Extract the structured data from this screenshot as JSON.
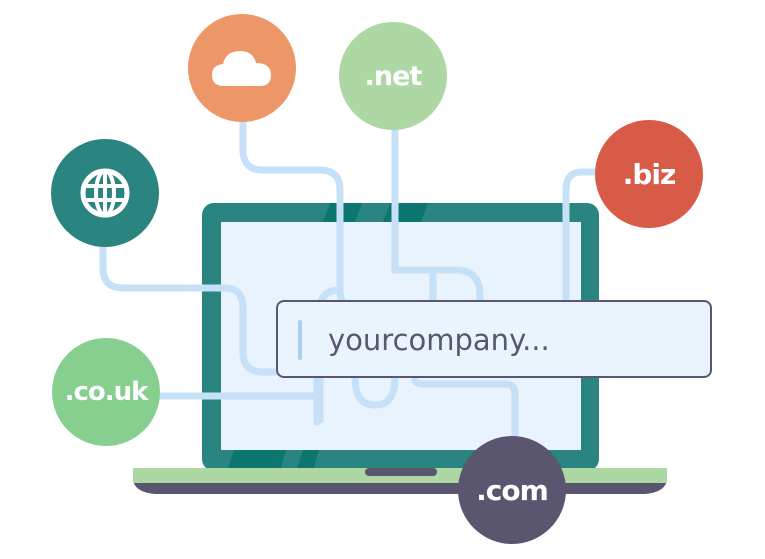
{
  "illustration": {
    "title": "Domain name search illustration",
    "colors": {
      "laptop_frame": "#2a8480",
      "laptop_frame_dark": "#0c7670",
      "screen": "#e8f3fd",
      "base_top": "#add8a4",
      "base_bottom": "#5a5670",
      "connector_line": "#c5e0f7",
      "cloud_bubble": "#ed9668",
      "net_bubble": "#add8a4",
      "globe_bubble": "#2a8480",
      "biz_bubble": "#d85b48",
      "couk_bubble": "#86cf8f",
      "com_bubble": "#5a5670"
    }
  },
  "search": {
    "value": "yourcompany...",
    "caret": "text-cursor"
  },
  "bubbles": {
    "cloud": {
      "icon": "cloud-icon"
    },
    "net": {
      "label": ".net"
    },
    "globe": {
      "icon": "globe-icon"
    },
    "biz": {
      "label": ".biz"
    },
    "couk": {
      "label": ".co.uk"
    },
    "com": {
      "label": ".com"
    }
  }
}
